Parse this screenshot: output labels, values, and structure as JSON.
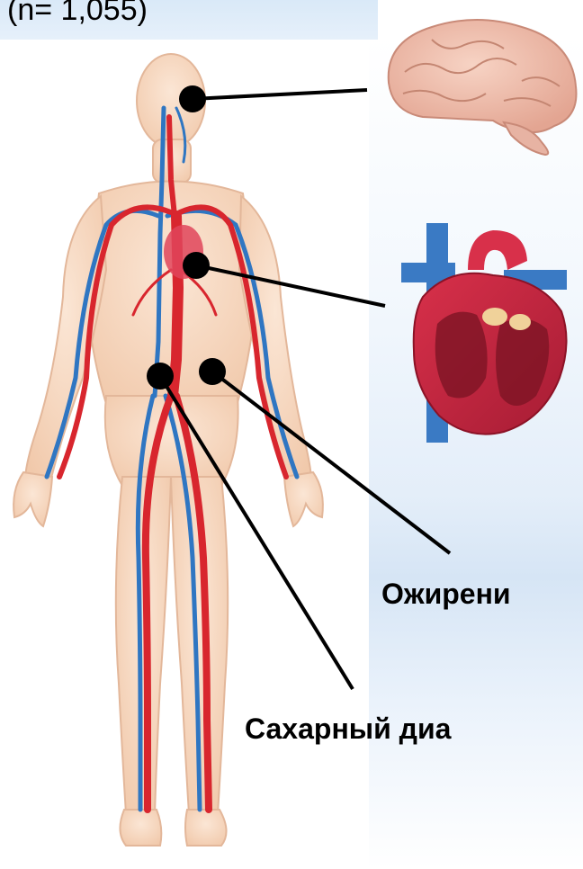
{
  "header": {
    "sample_size": "(n= 1,055)"
  },
  "labels": {
    "obesity": "Ожирени",
    "diabetes": "Сахарный диа"
  },
  "icons": [
    "body-circulation-illustration",
    "brain-icon",
    "heart-icon"
  ],
  "colors": {
    "artery": "#d8262e",
    "vein": "#2f76c2",
    "skin": "#f8dcc4",
    "pointer": "#000000"
  }
}
